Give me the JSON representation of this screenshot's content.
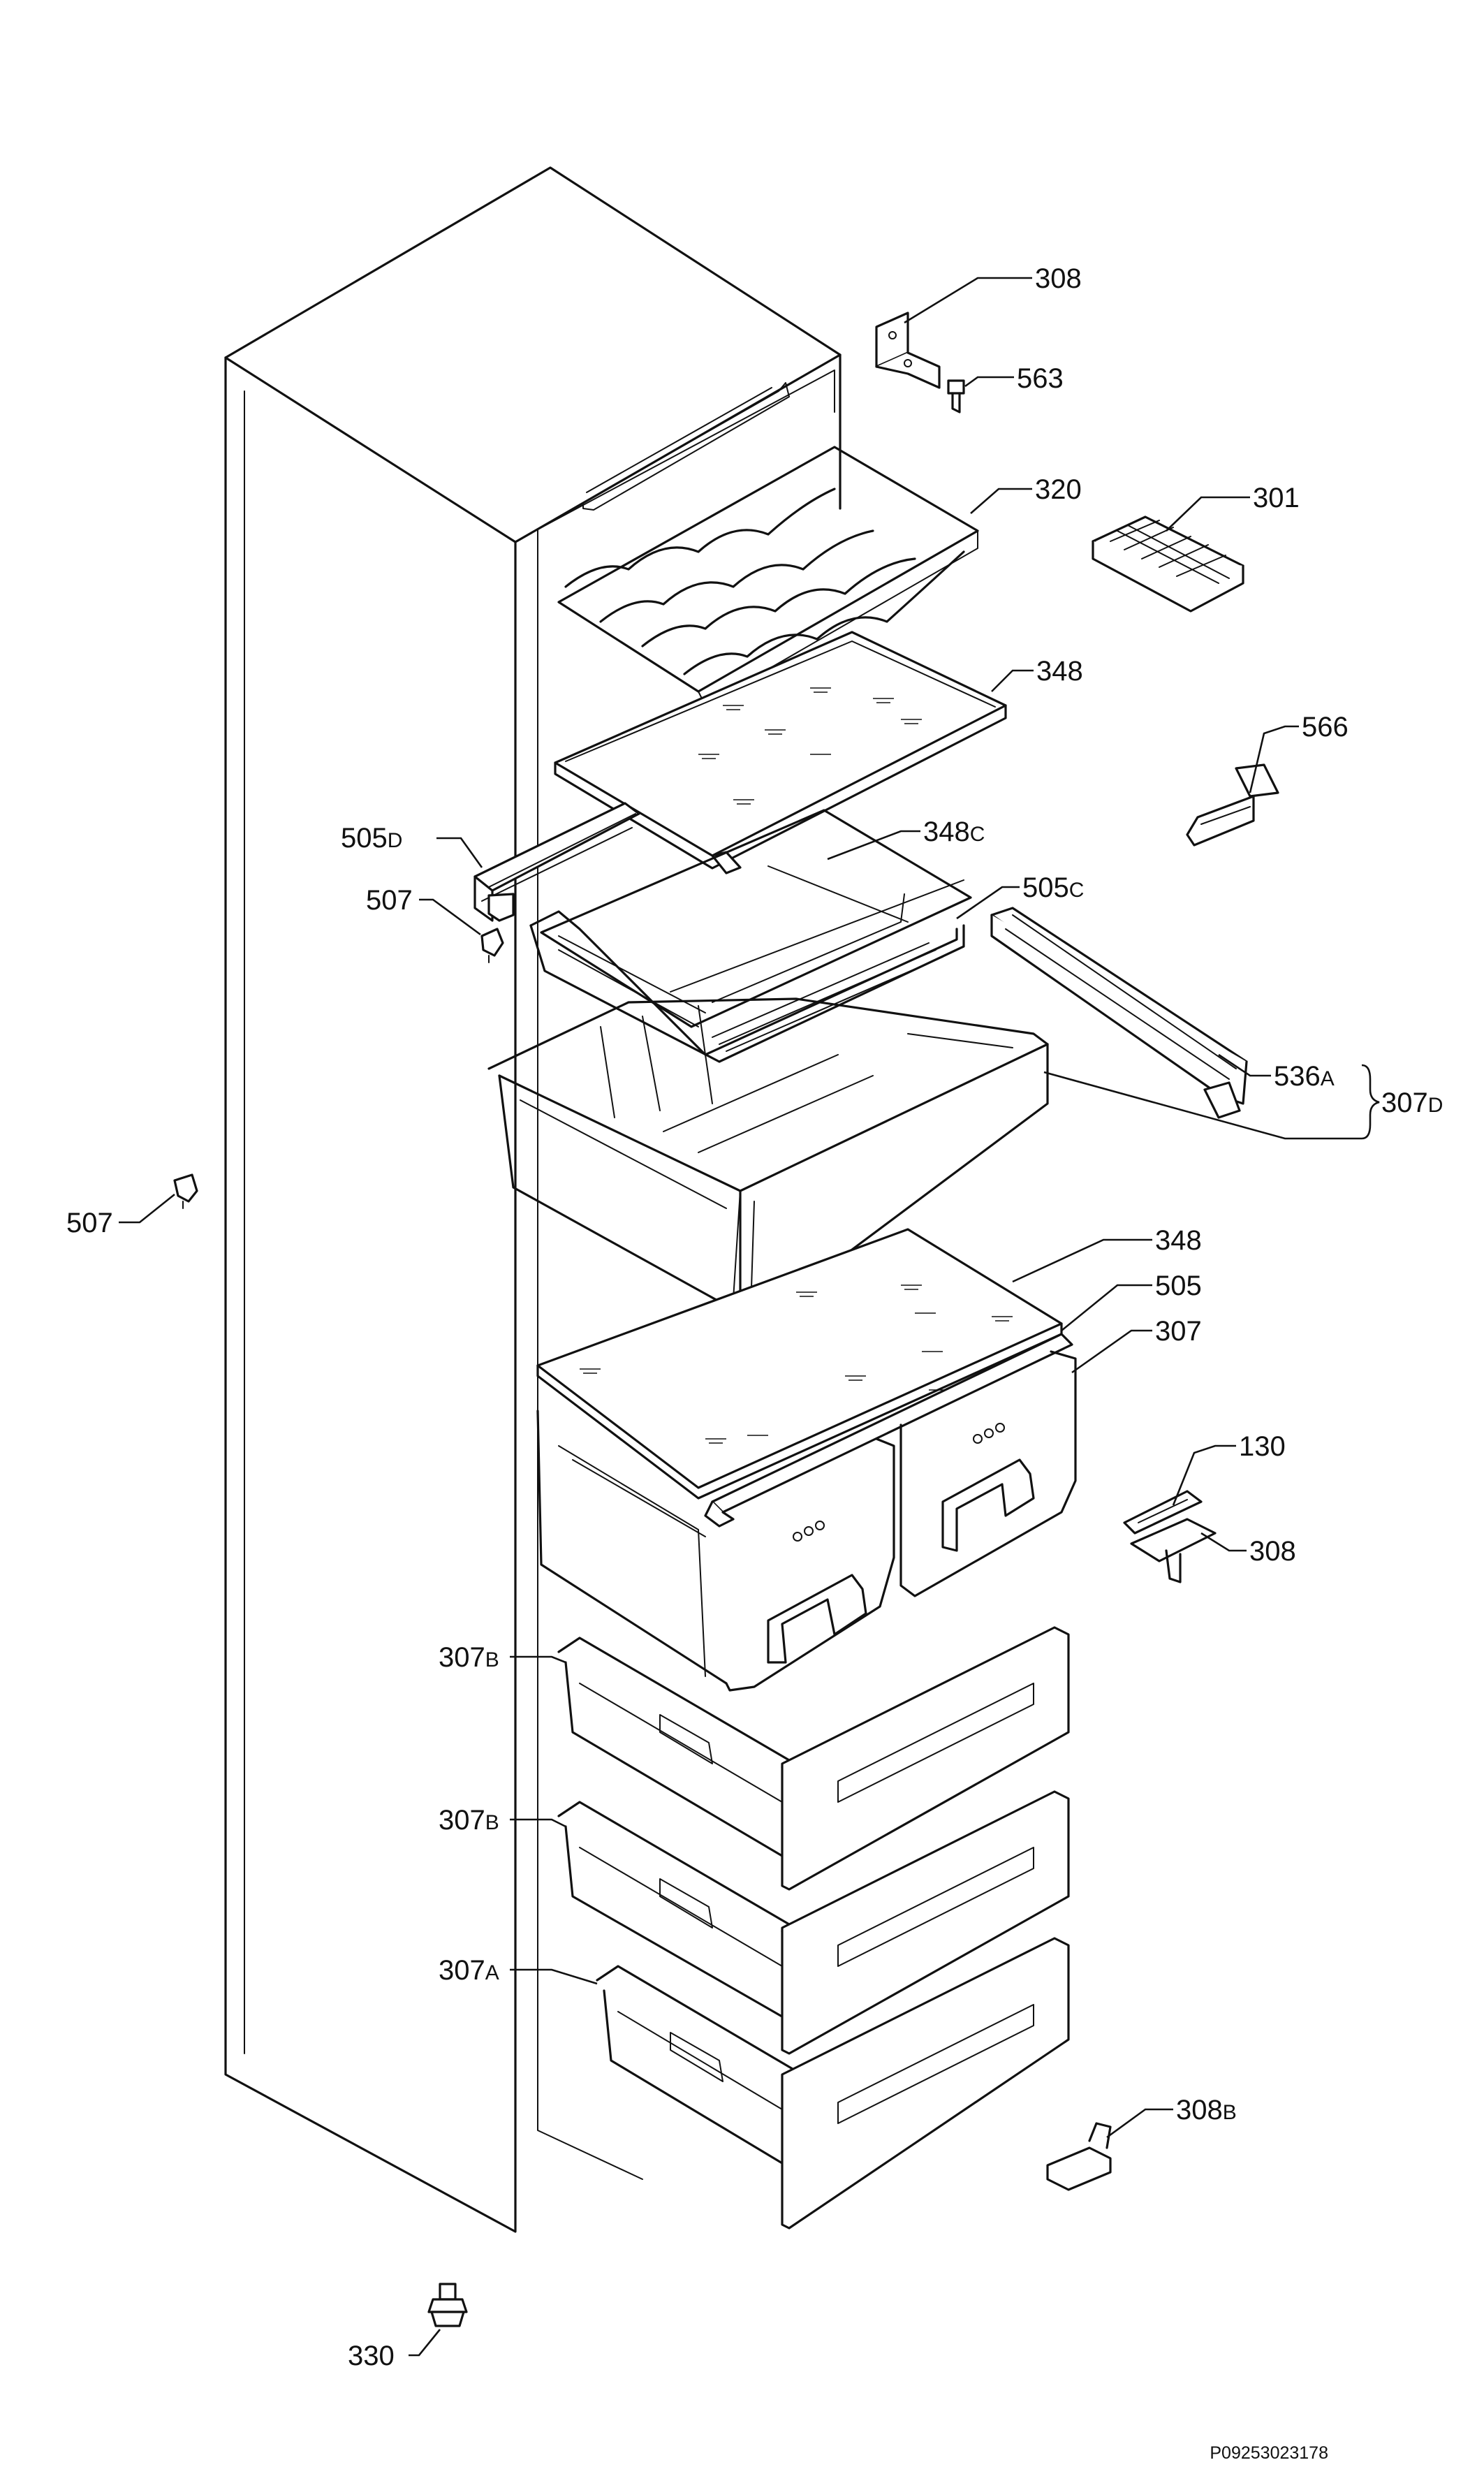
{
  "callouts": [
    {
      "id": "c308-top",
      "text": "308"
    },
    {
      "id": "c563",
      "text": "563"
    },
    {
      "id": "c320",
      "text": "320"
    },
    {
      "id": "c301",
      "text": "301"
    },
    {
      "id": "c348-top",
      "text": "348"
    },
    {
      "id": "c566",
      "text": "566"
    },
    {
      "id": "c505d",
      "text": "505",
      "suffix": "D"
    },
    {
      "id": "c348c",
      "text": "348",
      "suffix": "C"
    },
    {
      "id": "c505c",
      "text": "505",
      "suffix": "C"
    },
    {
      "id": "c507-upper",
      "text": "507"
    },
    {
      "id": "c536a",
      "text": "536",
      "suffix": "A"
    },
    {
      "id": "c307d",
      "text": "307",
      "suffix": "D"
    },
    {
      "id": "c507-left",
      "text": "507"
    },
    {
      "id": "c348-mid",
      "text": "348"
    },
    {
      "id": "c505",
      "text": "505"
    },
    {
      "id": "c307",
      "text": "307"
    },
    {
      "id": "c130",
      "text": "130"
    },
    {
      "id": "c308-mid",
      "text": "308"
    },
    {
      "id": "c307b-1",
      "text": "307",
      "suffix": "B"
    },
    {
      "id": "c307b-2",
      "text": "307",
      "suffix": "B"
    },
    {
      "id": "c307a",
      "text": "307",
      "suffix": "A"
    },
    {
      "id": "c308b",
      "text": "308",
      "suffix": "B"
    },
    {
      "id": "c330",
      "text": "330"
    }
  ],
  "drawing_code": "P09253023178"
}
